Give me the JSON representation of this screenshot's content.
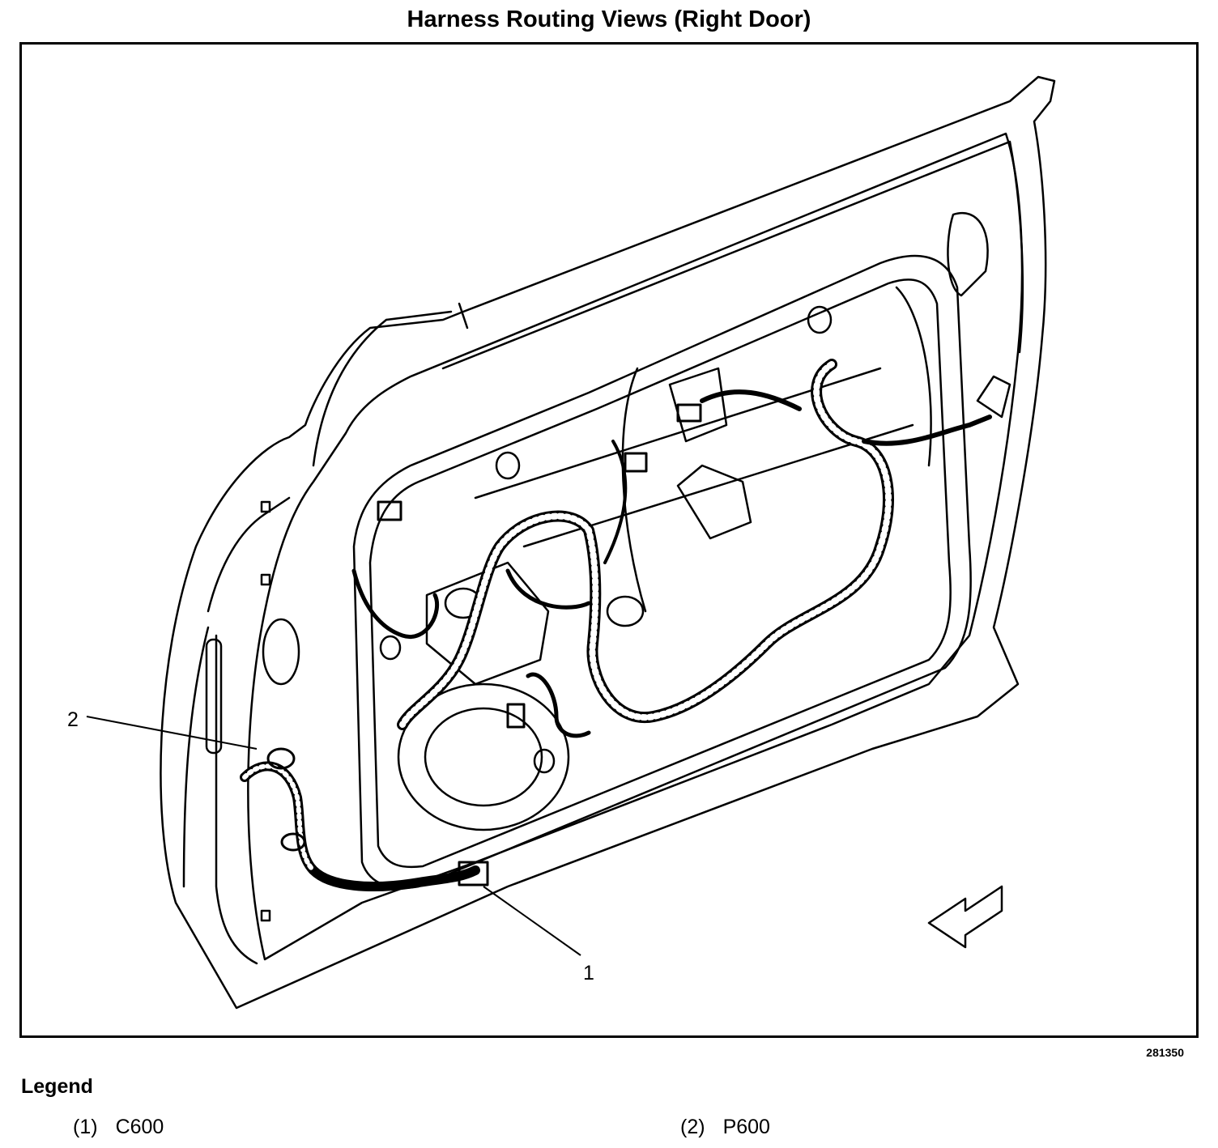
{
  "title": "Harness Routing Views (Right Door)",
  "figure_id": "281350",
  "callouts": [
    {
      "label": "1",
      "name": "C600"
    },
    {
      "label": "2",
      "name": "P600"
    }
  ],
  "legend": {
    "heading": "Legend",
    "items": [
      {
        "number": "(1)",
        "text": "C600"
      },
      {
        "number": "(2)",
        "text": "P600"
      }
    ]
  }
}
